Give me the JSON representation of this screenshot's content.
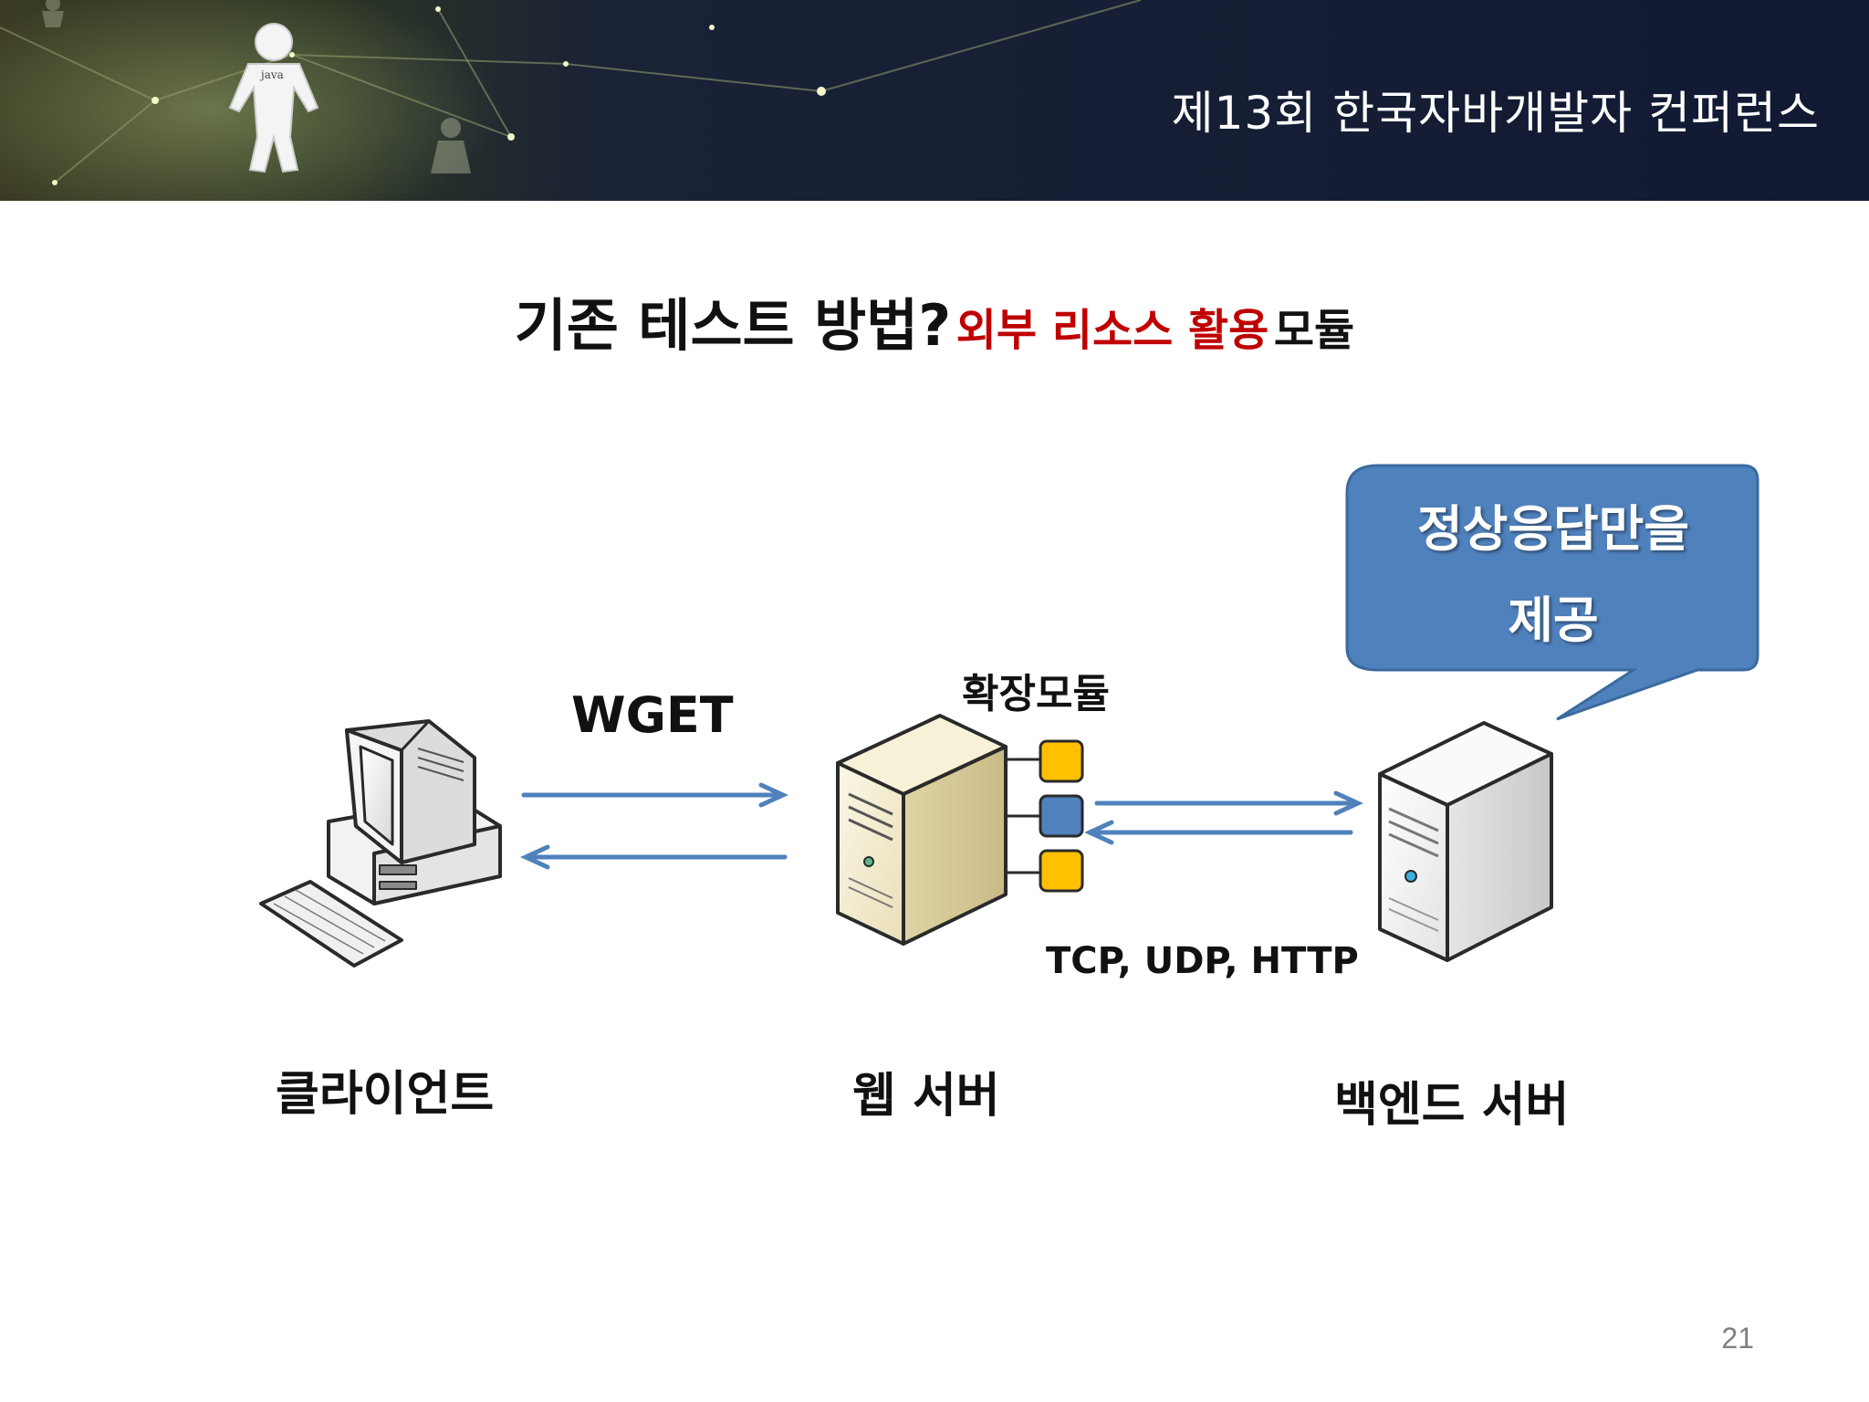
{
  "header": {
    "conference_title": "제13회 한국자바개발자 컨퍼런스",
    "mascot_text": "java"
  },
  "heading": {
    "main": "기존 테스트 방법?",
    "highlight": "외부 리소스 활용",
    "tail": "모듈"
  },
  "diagram": {
    "protocol_top": "WGET",
    "extension_label": "확장모듈",
    "protocols_bottom": "TCP, UDP, HTTP",
    "client_label": "클라이언트",
    "web_server_label": "웹 서버",
    "backend_label": "백엔드 서버",
    "callout_line1": "정상응답만을",
    "callout_line2": "제공",
    "module_colors": [
      "#ffc000",
      "#4f81bd",
      "#ffc000"
    ],
    "arrow_color": "#4f81bd",
    "callout_color": "#4f81bd"
  },
  "footer": {
    "page_number": "21"
  },
  "colors": {
    "banner_dark": "#111a33",
    "highlight_red": "#c00000"
  }
}
